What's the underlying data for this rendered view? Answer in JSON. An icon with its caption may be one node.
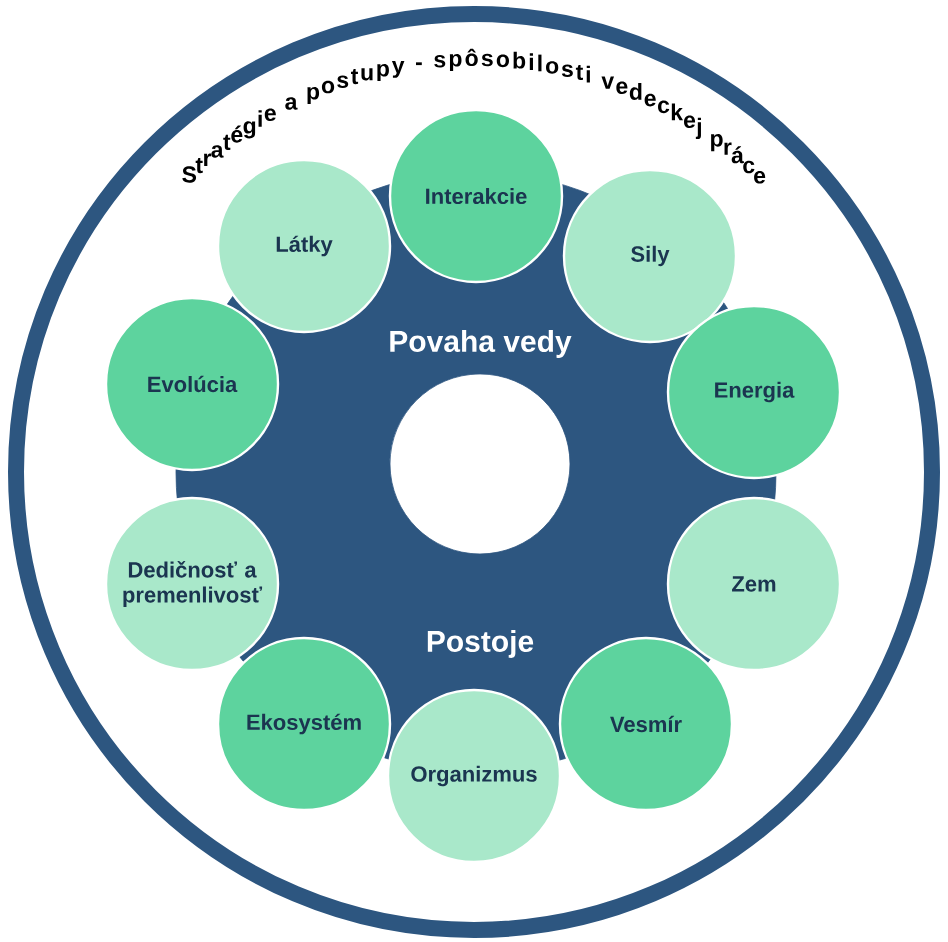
{
  "diagram": {
    "title": "Stratégie a postupy - spôsobilosti vedeckej práce",
    "nodes": [
      {
        "text": [
          "Interakcie"
        ]
      },
      {
        "text": [
          "Sily"
        ]
      },
      {
        "text": [
          "Energia"
        ]
      },
      {
        "text": [
          "Zem"
        ]
      },
      {
        "text": [
          "Vesmír"
        ]
      },
      {
        "text": [
          "Organizmus"
        ]
      },
      {
        "text": [
          "Ekosystém"
        ]
      },
      {
        "text": [
          "Dedičnosť a premenlivosť"
        ]
      },
      {
        "text": [
          "Evolúcia"
        ]
      },
      {
        "text": [
          "Látky"
        ]
      }
    ],
    "labels": [
      "Povaha vedy",
      "Postoje"
    ]
  }
}
